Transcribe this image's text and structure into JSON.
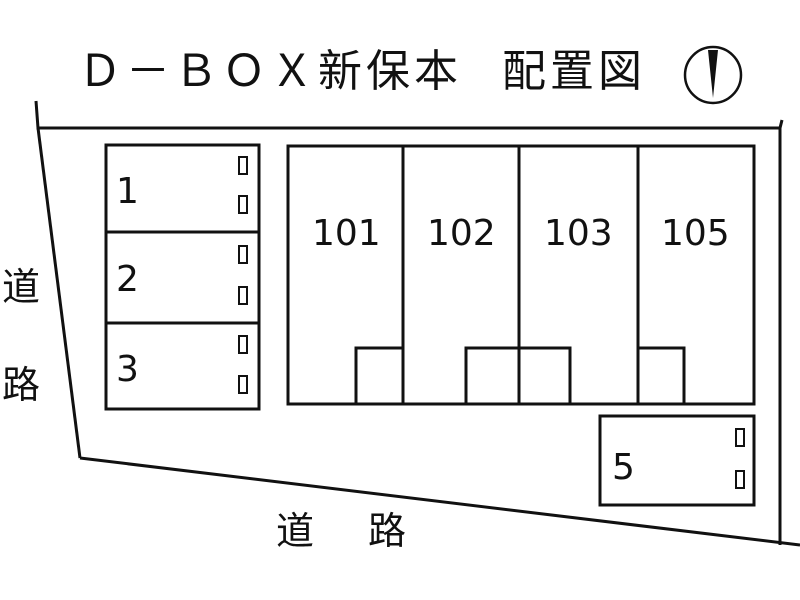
{
  "title": {
    "name": "Ｄ－ＢＯＸ新保本",
    "suffix": "配置図"
  },
  "compass": {
    "icon": "north-arrow-icon"
  },
  "roads": {
    "left": [
      "道",
      "路"
    ],
    "bottom": [
      "道",
      "路"
    ]
  },
  "parking": [
    {
      "label": "1"
    },
    {
      "label": "2"
    },
    {
      "label": "3"
    },
    {
      "label": "5"
    }
  ],
  "units": [
    {
      "label": "101"
    },
    {
      "label": "102"
    },
    {
      "label": "103"
    },
    {
      "label": "105"
    }
  ],
  "colors": {
    "line": "#111111",
    "background": "#ffffff"
  }
}
